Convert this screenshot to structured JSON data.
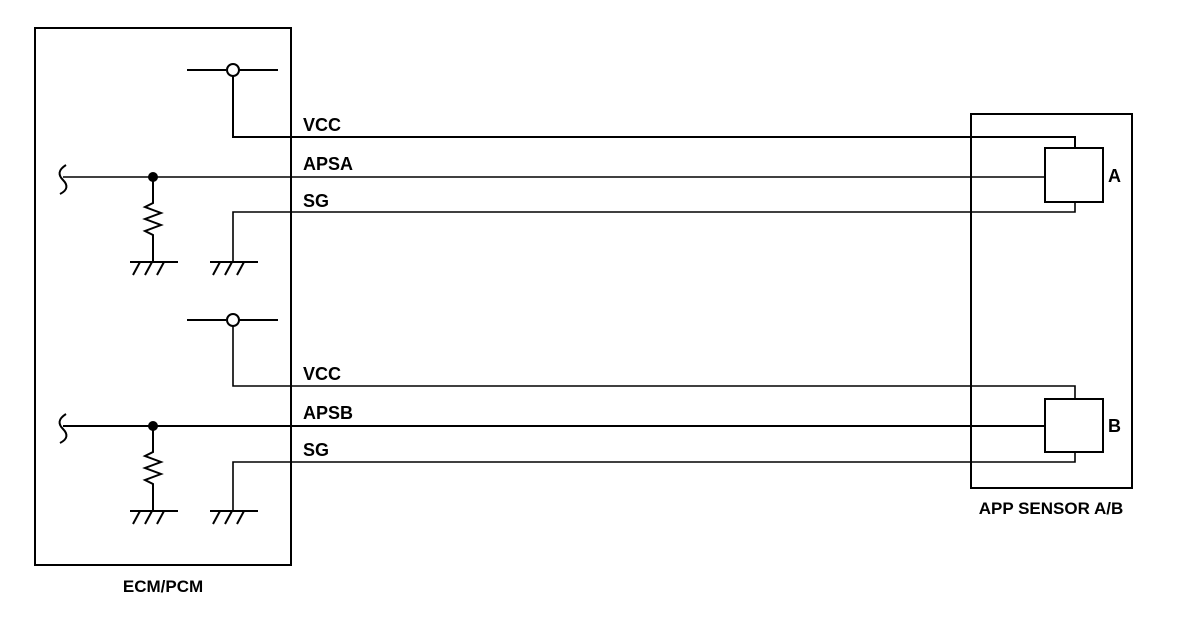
{
  "ecm": {
    "label": "ECM/PCM"
  },
  "sensor": {
    "label": "APP SENSOR A/B"
  },
  "circuits": [
    {
      "id": "a",
      "sensor_label": "A",
      "wires": {
        "vcc": "VCC",
        "signal": "APSA",
        "ground": "SG"
      }
    },
    {
      "id": "b",
      "sensor_label": "B",
      "wires": {
        "vcc": "VCC",
        "signal": "APSB",
        "ground": "SG"
      }
    }
  ]
}
